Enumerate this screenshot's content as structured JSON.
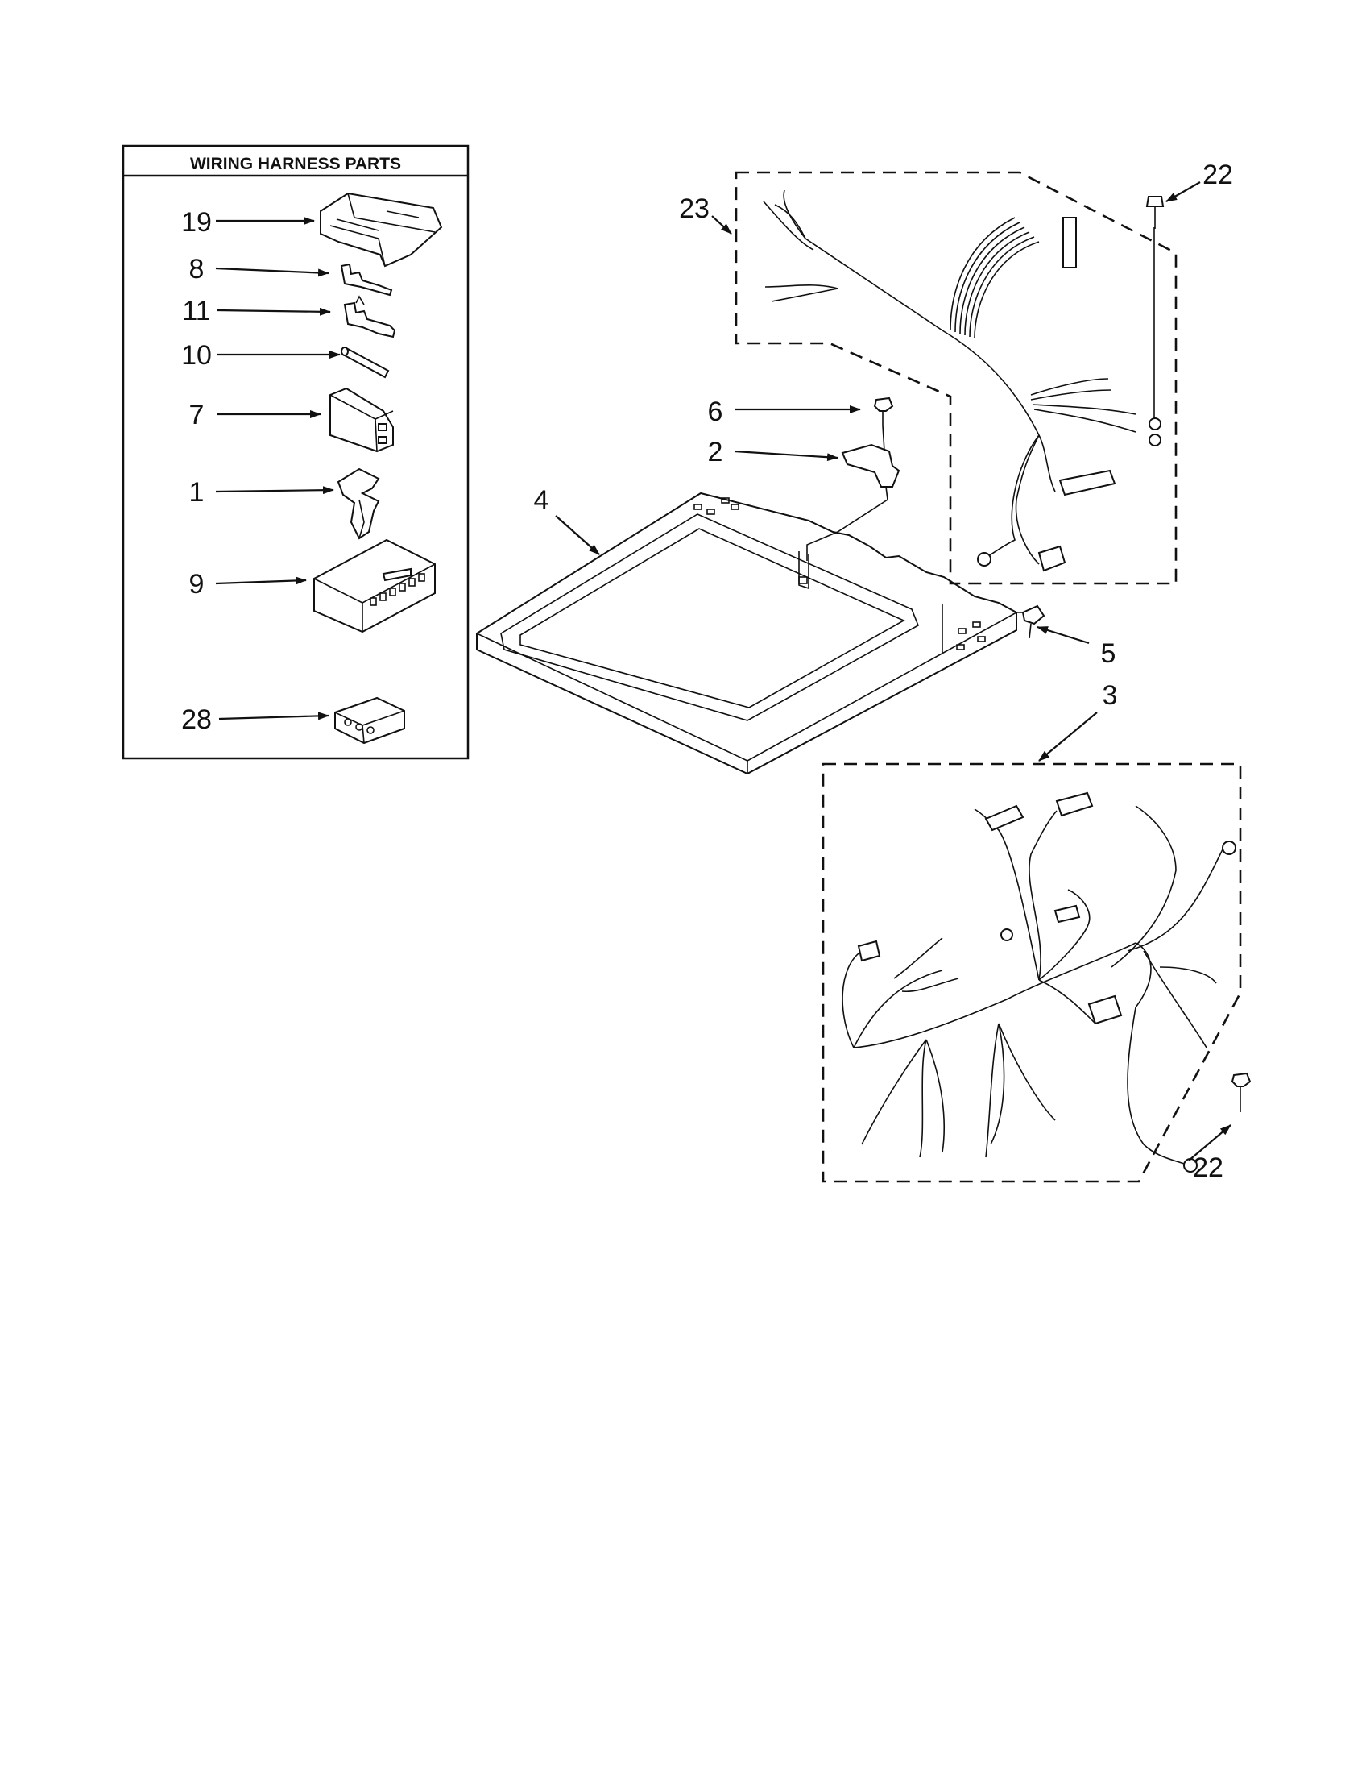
{
  "inset_box": {
    "title": "WIRING HARNESS PARTS",
    "items": [
      {
        "ref": "19",
        "name": "connector-housing-19-icon"
      },
      {
        "ref": "8",
        "name": "terminal-8-icon"
      },
      {
        "ref": "11",
        "name": "terminal-11-icon"
      },
      {
        "ref": "10",
        "name": "splice-sleeve-10-icon"
      },
      {
        "ref": "7",
        "name": "connector-7-icon"
      },
      {
        "ref": "1",
        "name": "wire-clip-1-icon"
      },
      {
        "ref": "9",
        "name": "connector-block-9-icon"
      },
      {
        "ref": "28",
        "name": "connector-28-icon"
      }
    ]
  },
  "callouts": {
    "top_panel": "4",
    "screw_upper": "6",
    "bracket": "2",
    "clip_right": "5",
    "harness_upper": "23",
    "screw_upper_right": "22",
    "harness_lower": "3",
    "screw_lower_right": "22"
  }
}
